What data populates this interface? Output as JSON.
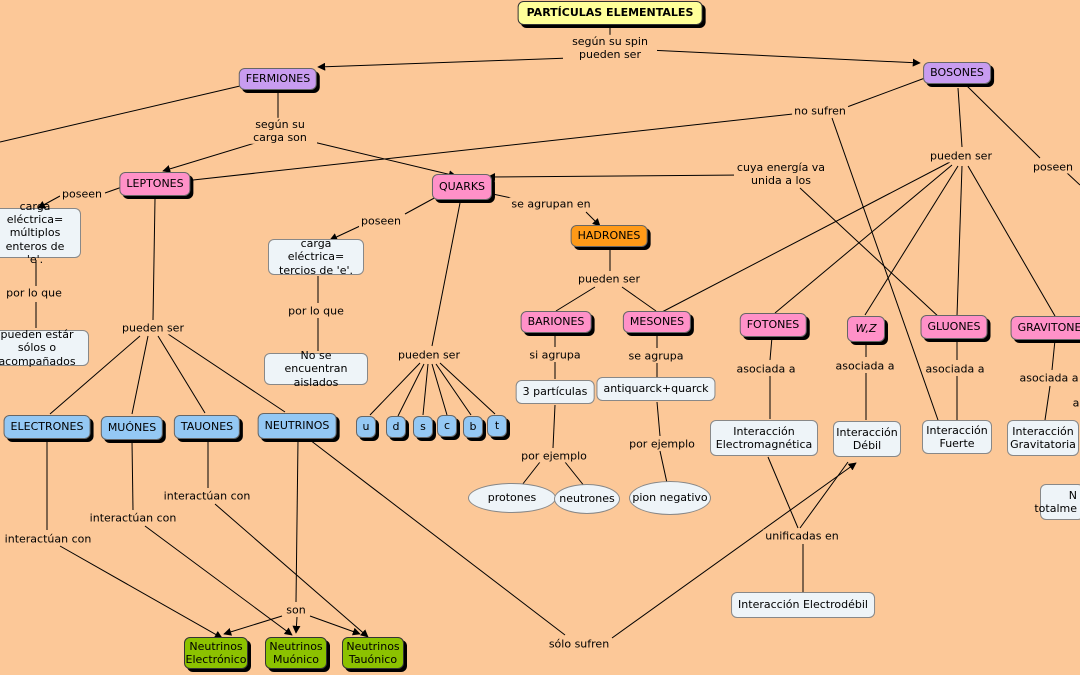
{
  "colors": {
    "background": "#fcc898",
    "fermion_node": "#ff91c8",
    "group_node": "#c89cf0",
    "lepton_node": "#94c8f4",
    "neutrino_node": "#8cc200",
    "hadron_node": "#ff9a18",
    "root_node": "#ffff99",
    "text_node": "#eef4f8"
  },
  "nodes": {
    "root": "PARTÍCULAS ELEMENTALES",
    "fermiones": "FERMIONES",
    "bosones": "BOSONES",
    "leptones": "LEPTONES",
    "quarks": "QUARKS",
    "hadrones": "HADRONES",
    "carga_leptones": "carga eléctrica= múltiplos enteros de 'e'.",
    "solos_acompanados": "pueden estár sólos o acompañados",
    "carga_quarks": "carga eléctrica= tercios de 'e'.",
    "aislados": "No se encuentran aislados",
    "bariones": "BARIONES",
    "mesones": "MESONES",
    "tres_particulas": "3 partículas",
    "antiquark": "antiquarck+quarck",
    "protones": "protones",
    "neutrones": "neutrones",
    "pion": "pion negativo",
    "electrones": "ELECTRONES",
    "muones": "MUÓNES",
    "tauones": "TAUONES",
    "neutrinos": "NEUTRINOS",
    "q_u": "u",
    "q_d": "d",
    "q_s": "s",
    "q_c": "c",
    "q_b": "b",
    "q_t": "t",
    "nu_e": "Neutrinos Electrónico",
    "nu_mu": "Neutrinos Muónico",
    "nu_tau": "Neutrinos Tauónico",
    "fotones": "FOTONES",
    "wz": "W,Z",
    "gluones": "GLUONES",
    "gravitones": "GRAVITONES",
    "int_em": "Interacción Electromagnética",
    "int_debil": "Interacción Débil",
    "int_fuerte": "Interacción Fuerte",
    "int_grav": "Interacción Gravitatoria",
    "int_electrodebil": "Interacción Electrodébil",
    "partial_right": "N totalme"
  },
  "links": {
    "segun_spin": "según su spin pueden ser",
    "segun_carga": "según su carga son",
    "no_sufren": "no sufren",
    "poseen_bos": "poseen",
    "poseen_lep": "poseen",
    "poseen_q": "poseen",
    "por_lo_que_1": "por lo que",
    "por_lo_que_2": "por lo que",
    "cuya_energia": "cuya energía va unida a los",
    "pueden_ser_bos": "pueden ser",
    "se_agrupan": "se agrupan en",
    "pueden_ser_had": "pueden ser",
    "pueden_ser_lep": "pueden ser",
    "pueden_ser_q": "pueden ser",
    "si_agrupa": "si agrupa",
    "se_agrupa": "se agrupa",
    "por_ejemplo_1": "por ejemplo",
    "por_ejemplo_2": "por ejemplo",
    "asociada_1": "asociada a",
    "asociada_2": "asociada a",
    "asociada_3": "asociada a",
    "asociada_4": "asociada a",
    "edge_a": "a",
    "interact_1": "interactúan con",
    "interact_2": "interactúan con",
    "interact_3": "interactúan con",
    "son": "son",
    "unificadas": "unificadas en",
    "solo_sufren": "sólo sufren"
  }
}
